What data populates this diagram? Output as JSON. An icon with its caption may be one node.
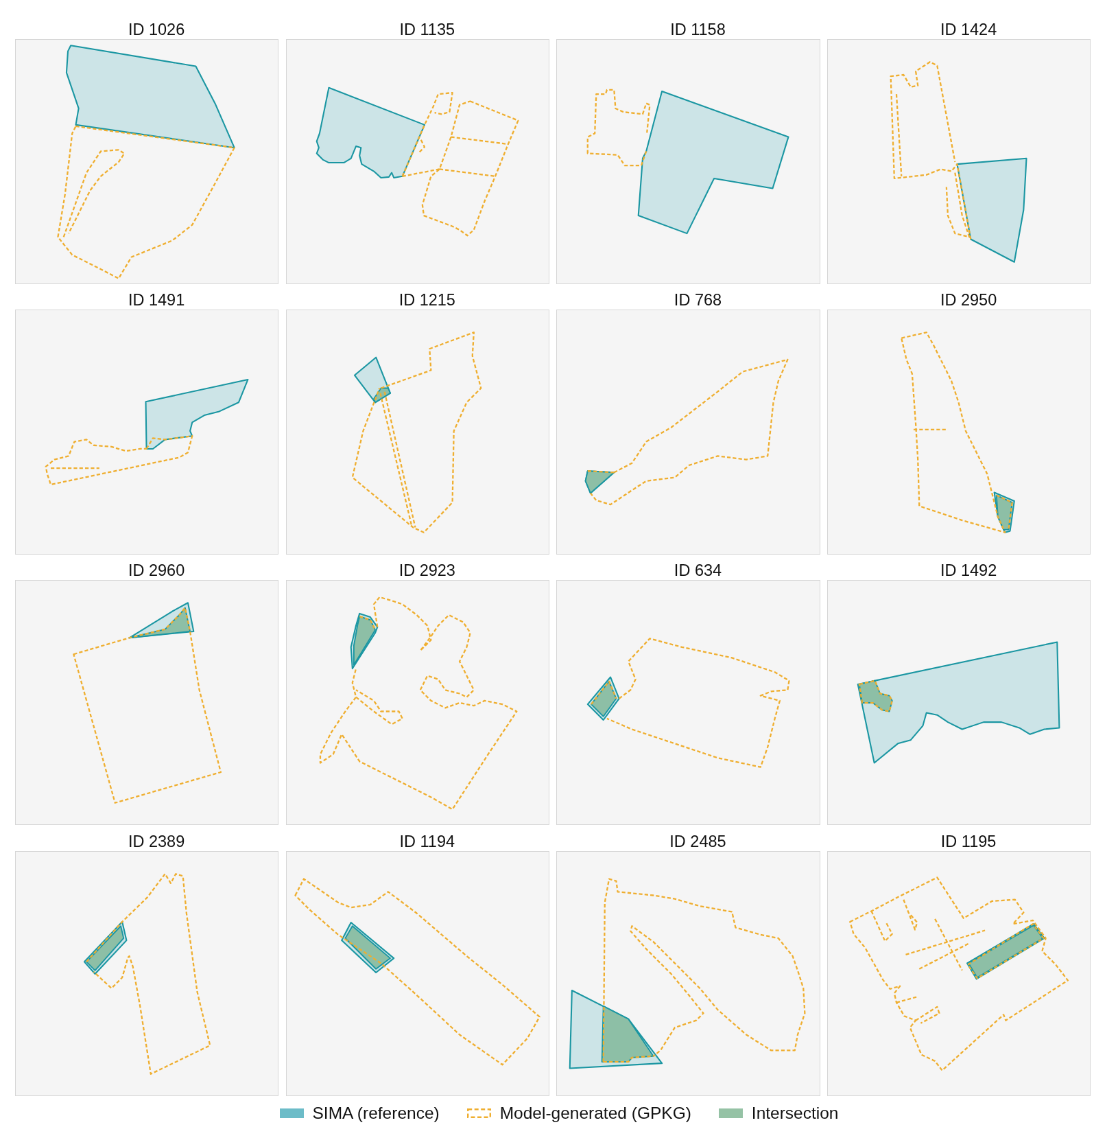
{
  "diagram": {
    "nodes": [
      {
        "text": [
          "ID 1026"
        ]
      },
      {
        "text": [
          "ID 1135"
        ]
      },
      {
        "text": [
          "ID 1158"
        ]
      },
      {
        "text": [
          "ID 1424"
        ]
      },
      {
        "text": [
          "ID 1491"
        ]
      },
      {
        "text": [
          "ID 1215"
        ]
      },
      {
        "text": [
          "ID 768"
        ]
      },
      {
        "text": [
          "ID 2950"
        ]
      },
      {
        "text": [
          "ID 2960"
        ]
      },
      {
        "text": [
          "ID 2923"
        ]
      },
      {
        "text": [
          "ID 634"
        ]
      },
      {
        "text": [
          "ID 1492"
        ]
      },
      {
        "text": [
          "ID 2389"
        ]
      },
      {
        "text": [
          "ID 1194"
        ]
      },
      {
        "text": [
          "ID 2485"
        ]
      },
      {
        "text": [
          "ID 1195"
        ]
      }
    ],
    "legend": [
      {
        "text": "SIMA (reference)",
        "color": "#6cbcc8"
      },
      {
        "text": "Model-generated (GPKG)"
      },
      {
        "text": "Intersection",
        "color": "#95c2a5"
      }
    ]
  }
}
